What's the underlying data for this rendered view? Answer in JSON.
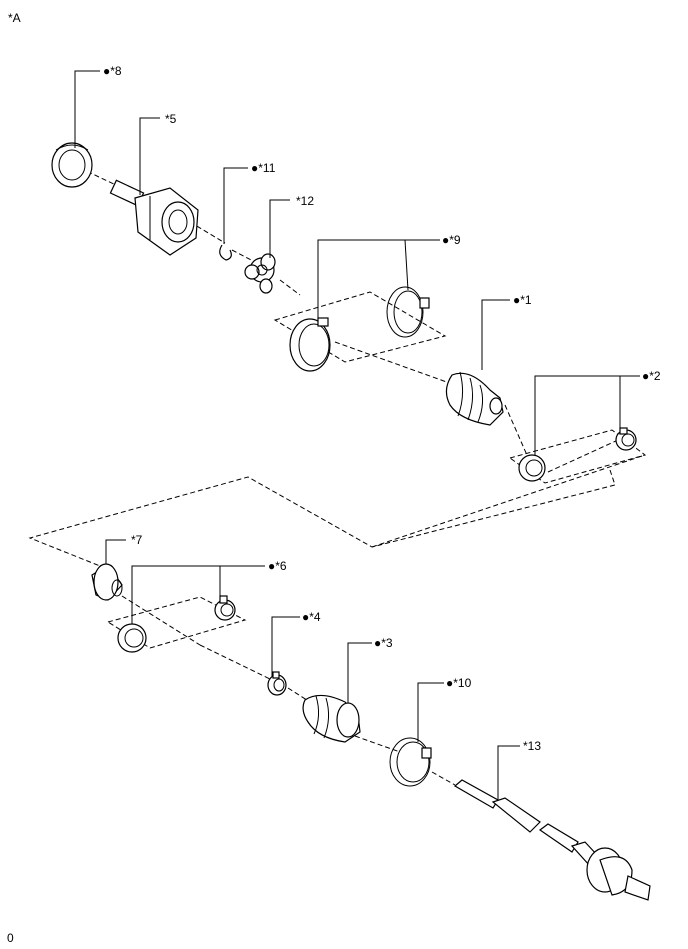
{
  "diagram": {
    "view_label": "*A",
    "footer_label": "0",
    "callouts": {
      "c1": {
        "text": "*1",
        "marker": "●"
      },
      "c2": {
        "text": "*2",
        "marker": "●"
      },
      "c3": {
        "text": "*3",
        "marker": "●"
      },
      "c4": {
        "text": "*4",
        "marker": "●"
      },
      "c5": {
        "text": "*5",
        "marker": ""
      },
      "c6": {
        "text": "*6",
        "marker": "●"
      },
      "c7": {
        "text": "*7",
        "marker": ""
      },
      "c8": {
        "text": "*8",
        "marker": "●"
      },
      "c9": {
        "text": "*9",
        "marker": "●"
      },
      "c10": {
        "text": "*10",
        "marker": "●"
      },
      "c11": {
        "text": "*11",
        "marker": "●"
      },
      "c12": {
        "text": "*12",
        "marker": ""
      },
      "c13": {
        "text": "*13",
        "marker": ""
      }
    }
  }
}
